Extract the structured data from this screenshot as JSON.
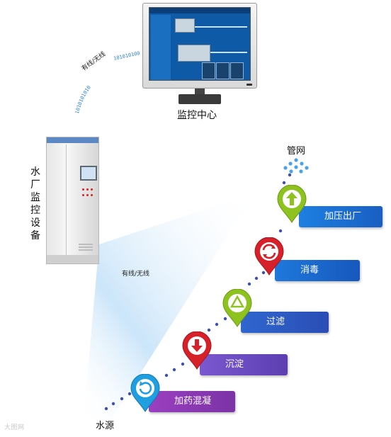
{
  "labels": {
    "monitoring_center": "监控中心",
    "plant_equipment": [
      "水",
      "厂",
      "监",
      "控",
      "设",
      "备"
    ],
    "wired_wireless": "有线/无线",
    "wired_wireless_top": "有线/无线",
    "binary_text": "010101010101010",
    "binary_text_2": "101010100",
    "pipe_network": "管网",
    "water_source": "水源",
    "watermark": "大图网"
  },
  "stages": [
    {
      "label": "加压出厂",
      "icon": "arrow-up-icon",
      "pin_color": "#8dc21f",
      "bar_color": "#1f6fd1"
    },
    {
      "label": "消毒",
      "icon": "recycle-arrows-icon",
      "pin_color": "#d6202a",
      "bar_color": "#1a63c7"
    },
    {
      "label": "过滤",
      "icon": "recycle-triangle-icon",
      "pin_color": "#8dc21f",
      "bar_color": "#2d56c2"
    },
    {
      "label": "沉淀",
      "icon": "arrow-down-icon",
      "pin_color": "#d6202a",
      "bar_color": "#6b4cc2"
    },
    {
      "label": "加药混凝",
      "icon": "refresh-icon",
      "pin_color": "#1f9fe0",
      "bar_color": "#8a3cb5"
    }
  ],
  "colors": {
    "beam": "#cfe8fb",
    "dots": "#3e4fb2",
    "water_drops": "#4aa3e8",
    "binary": "#2a7fd4"
  }
}
